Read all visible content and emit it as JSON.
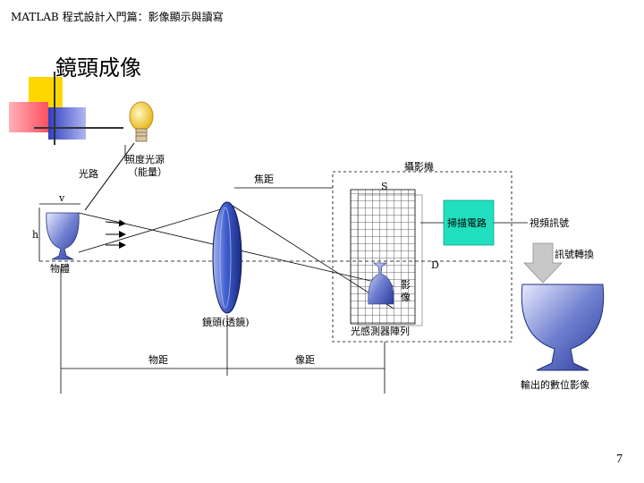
{
  "header": {
    "text": "MATLAB 程式設計入門篇：影像顯示與讀寫"
  },
  "slide": {
    "title": "鏡頭成像",
    "page_number": "7"
  },
  "diagram": {
    "labels": {
      "light_line1": "照度光源",
      "light_line2": "（能量）",
      "ray": "光路",
      "focal_length": "焦距",
      "v_label": "v",
      "h_label": "h",
      "object": "物體",
      "lens": "鏡頭(透鏡)",
      "camera": "攝影機",
      "s_label": "S",
      "d_label": "D",
      "circuit": "掃描電路",
      "video_signal": "視頻訊號",
      "image_char1": "影",
      "image_char2": "像",
      "sensor_array": "光感測器陣列",
      "digitize": "訊號轉換",
      "object_distance": "物距",
      "image_distance": "像距",
      "output_image": "輸出的數位影像"
    },
    "colors": {
      "circuit_fill": "#20e0c0",
      "lens_fill": "#3f5fd0",
      "glass_fill": "#5060c0",
      "bulb": "#f0d040",
      "deco_yellow": "#ffd700",
      "deco_red": "#ff6070",
      "deco_blue": "#4050c8"
    }
  }
}
